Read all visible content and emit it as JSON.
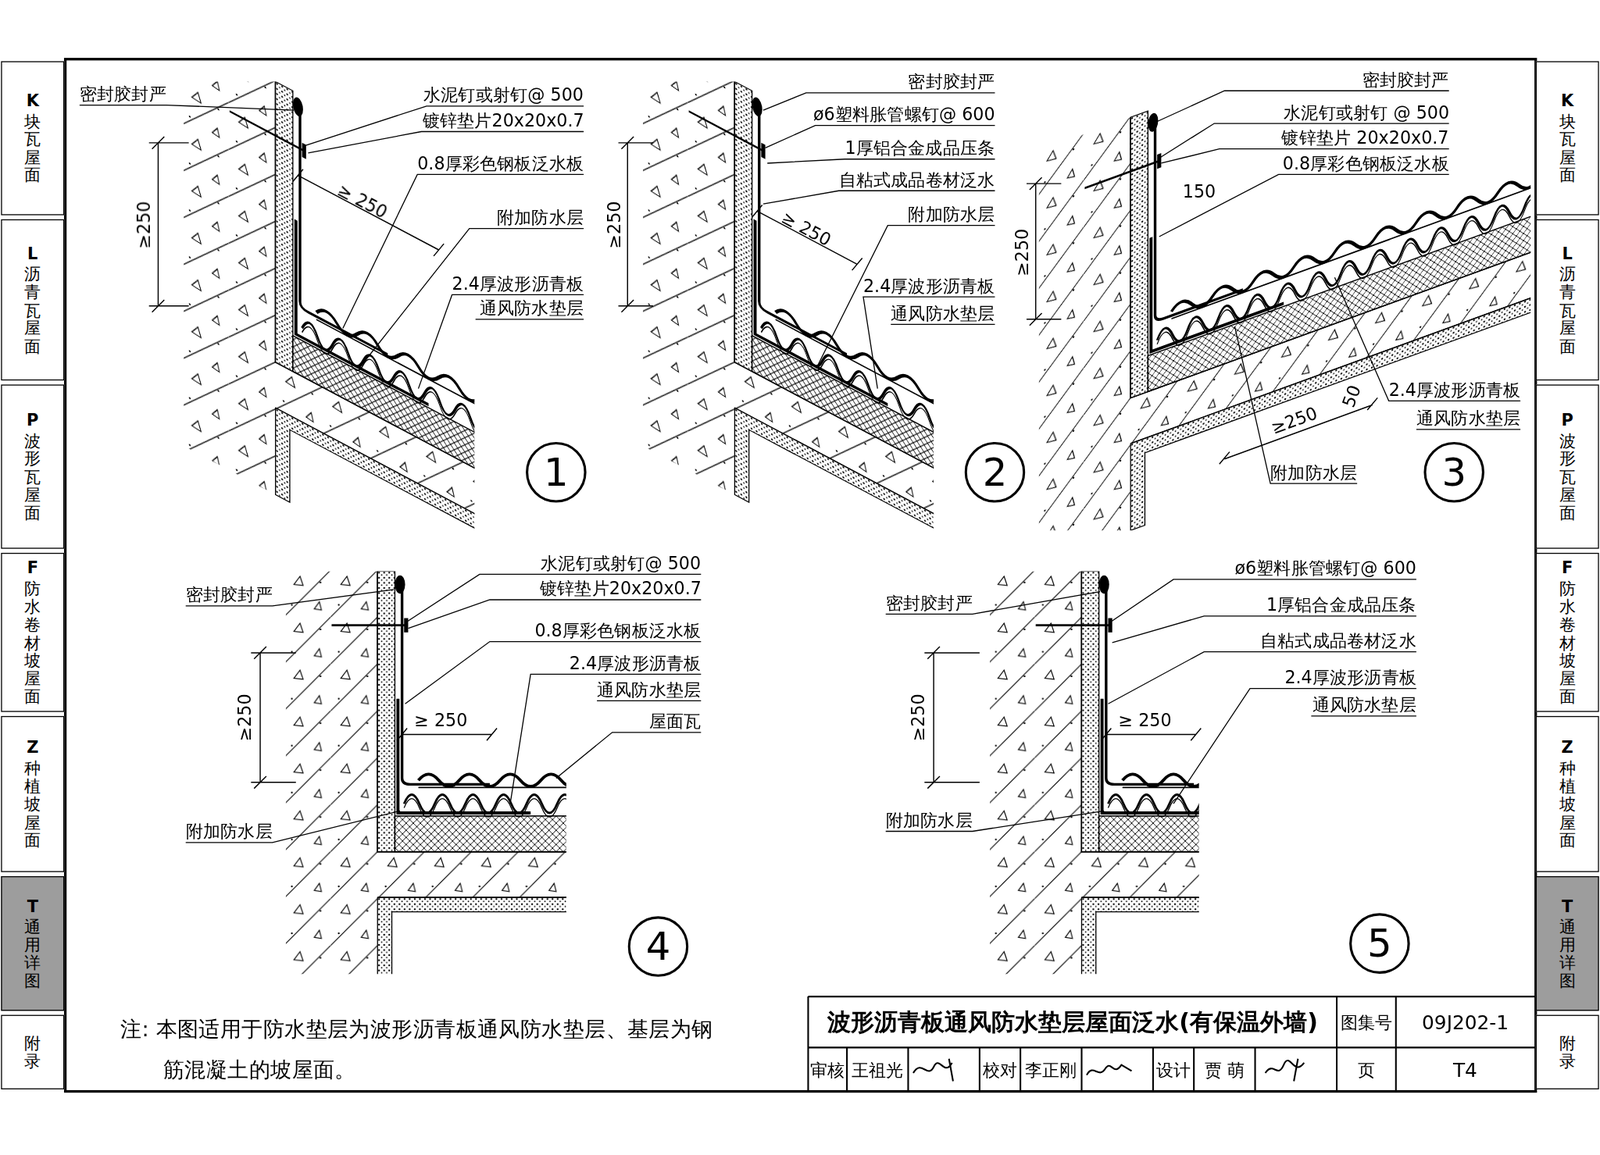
{
  "diagram": {
    "title": "波形沥青板通风防水垫层屋面泛水(有保温外墙)",
    "nodes": [
      {
        "text": [
          "K",
          "块瓦屋面"
        ]
      },
      {
        "text": [
          "L",
          "沥青瓦屋面"
        ]
      },
      {
        "text": [
          "P",
          "波形瓦屋面"
        ]
      },
      {
        "text": [
          "F",
          "防水卷材坡屋面"
        ]
      },
      {
        "text": [
          "Z",
          "种植坡屋面"
        ]
      },
      {
        "text": [
          "T",
          "通用详图"
        ]
      },
      {
        "text": [
          "附录"
        ]
      },
      {
        "text": [
          "1"
        ]
      },
      {
        "text": [
          "2"
        ]
      },
      {
        "text": [
          "3"
        ]
      },
      {
        "text": [
          "4"
        ]
      },
      {
        "text": [
          "5"
        ]
      },
      {
        "text": [
          "K",
          "块瓦屋面"
        ]
      },
      {
        "text": [
          "L",
          "沥青瓦屋面"
        ]
      },
      {
        "text": [
          "P",
          "波形瓦屋面"
        ]
      },
      {
        "text": [
          "F",
          "防水卷材坡屋面"
        ]
      },
      {
        "text": [
          "Z",
          "种植坡屋面"
        ]
      },
      {
        "text": [
          "T",
          "通用详图"
        ]
      },
      {
        "text": [
          "附录"
        ]
      }
    ],
    "labels": [
      "密封胶封严",
      "水泥钉或射钉@ 500",
      "镀锌垫片20x20x0.7",
      "0.8厚彩色钢板泛水板",
      "附加防水层",
      "2.4厚波形沥青板",
      "通风防水垫层",
      "≥250",
      "≥ 250",
      "密封胶封严",
      "ø6塑料胀管螺钉@ 600",
      "1厚铝合金成品压条",
      "自粘式成品卷材泛水",
      "附加防水层",
      "2.4厚波形沥青板",
      "通风防水垫层",
      "≥250",
      "≥ 250",
      "密封胶封严",
      "水泥钉或射钉 @ 500",
      "镀锌垫片 20x20x0.7",
      "0.8厚彩色钢板泛水板",
      "150",
      "≥250",
      "50",
      "2.4厚波形沥青板",
      "通风防水垫层",
      "≥250",
      "附加防水层",
      "水泥钉或射钉@ 500",
      "镀锌垫片20x20x0.7",
      "密封胶封严",
      "0.8厚彩色钢板泛水板",
      "2.4厚波形沥青板",
      "通风防水垫层",
      "屋面瓦",
      "≥250",
      "≥ 250",
      "附加防水层",
      "ø6塑料胀管螺钉@ 600",
      "密封胶封严",
      "1厚铝合金成品压条",
      "自粘式成品卷材泛水",
      "2.4厚波形沥青板",
      "通风防水垫层",
      "≥250",
      "≥ 250",
      "附加防水层",
      "注: 本图适用于防水垫层为波形沥青板通风防水垫层、基层为钢筋混凝土的坡屋面。",
      "图集号",
      "09J202-1",
      "审核",
      "王祖光",
      "校对",
      "李正刚",
      "设计",
      "贾 萌",
      "页",
      "T4"
    ]
  }
}
